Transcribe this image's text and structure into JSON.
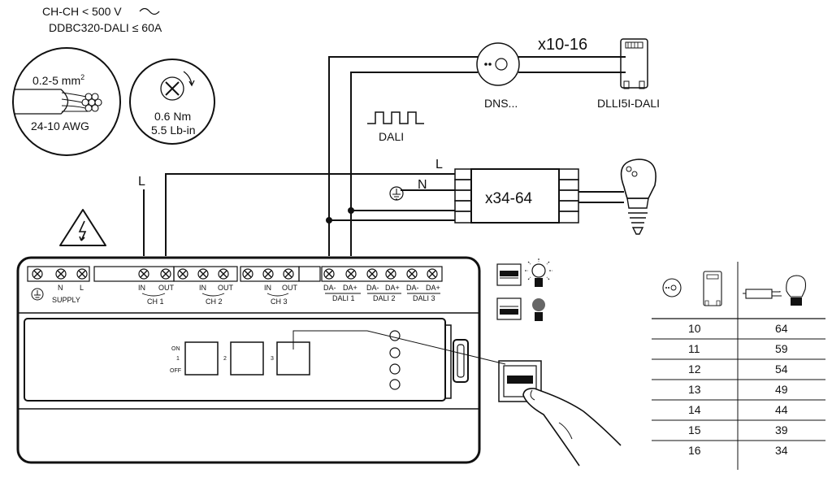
{
  "header": {
    "line1": "CH-CH < 500 V",
    "line2": "DDBC320-DALI ≤ 60A"
  },
  "spec_wire": {
    "section_prefix": "0.2-5 mm",
    "section_exponent": "2",
    "awg": "24-10 AWG"
  },
  "spec_torque": {
    "nm": "0.6 Nm",
    "lbin": "5.5 Lb-in"
  },
  "labels": {
    "L_top": "L",
    "dali_signal": "DALI",
    "dns_count": "x10-16",
    "dns_name": "DNS...",
    "dlli_name": "DLLI5I-DALI",
    "driver_count": "x34-64",
    "driver_L": "L",
    "driver_N": "N"
  },
  "terminals": {
    "supply": {
      "n": "N",
      "l": "L",
      "label": "SUPPLY"
    },
    "ch1": {
      "in": "IN",
      "out": "OUT",
      "label": "CH 1"
    },
    "ch2": {
      "in": "IN",
      "out": "OUT",
      "label": "CH 2"
    },
    "ch3": {
      "in": "IN",
      "out": "OUT",
      "label": "CH 3"
    },
    "dali1": {
      "minus": "DA-",
      "plus": "DA+",
      "label": "DALI 1"
    },
    "dali2": {
      "minus": "DA-",
      "plus": "DA+",
      "label": "DALI 2"
    },
    "dali3": {
      "minus": "DA-",
      "plus": "DA+",
      "label": "DALI 3"
    }
  },
  "front_panel": {
    "on": "ON",
    "one": "1",
    "off": "OFF",
    "btn2": "2",
    "btn3": "3"
  },
  "table": {
    "rows": [
      {
        "sensors": "10",
        "drivers": "64"
      },
      {
        "sensors": "11",
        "drivers": "59"
      },
      {
        "sensors": "12",
        "drivers": "54"
      },
      {
        "sensors": "13",
        "drivers": "49"
      },
      {
        "sensors": "14",
        "drivers": "44"
      },
      {
        "sensors": "15",
        "drivers": "39"
      },
      {
        "sensors": "16",
        "drivers": "34"
      }
    ]
  }
}
